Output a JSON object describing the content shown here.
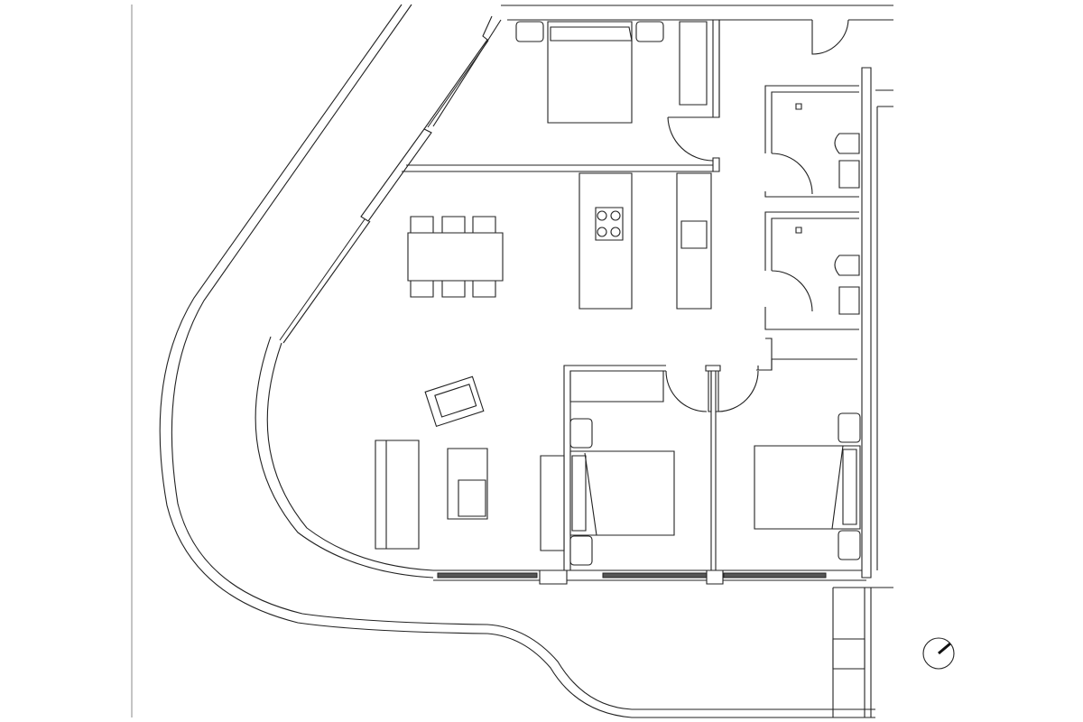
{
  "drawing": {
    "type": "floor-plan",
    "line_color": "#222222",
    "background": "#ffffff",
    "rooms": [
      "bedroom-north",
      "living-dining-kitchen",
      "bathroom-1",
      "bathroom-2",
      "bedroom-south-west",
      "bedroom-south-east",
      "balcony"
    ],
    "symbols": [
      "north-arrow-icon",
      "door-swing-icon",
      "window-icon",
      "cooktop-icon",
      "sink-icon",
      "toilet-icon",
      "washbasin-icon"
    ]
  }
}
